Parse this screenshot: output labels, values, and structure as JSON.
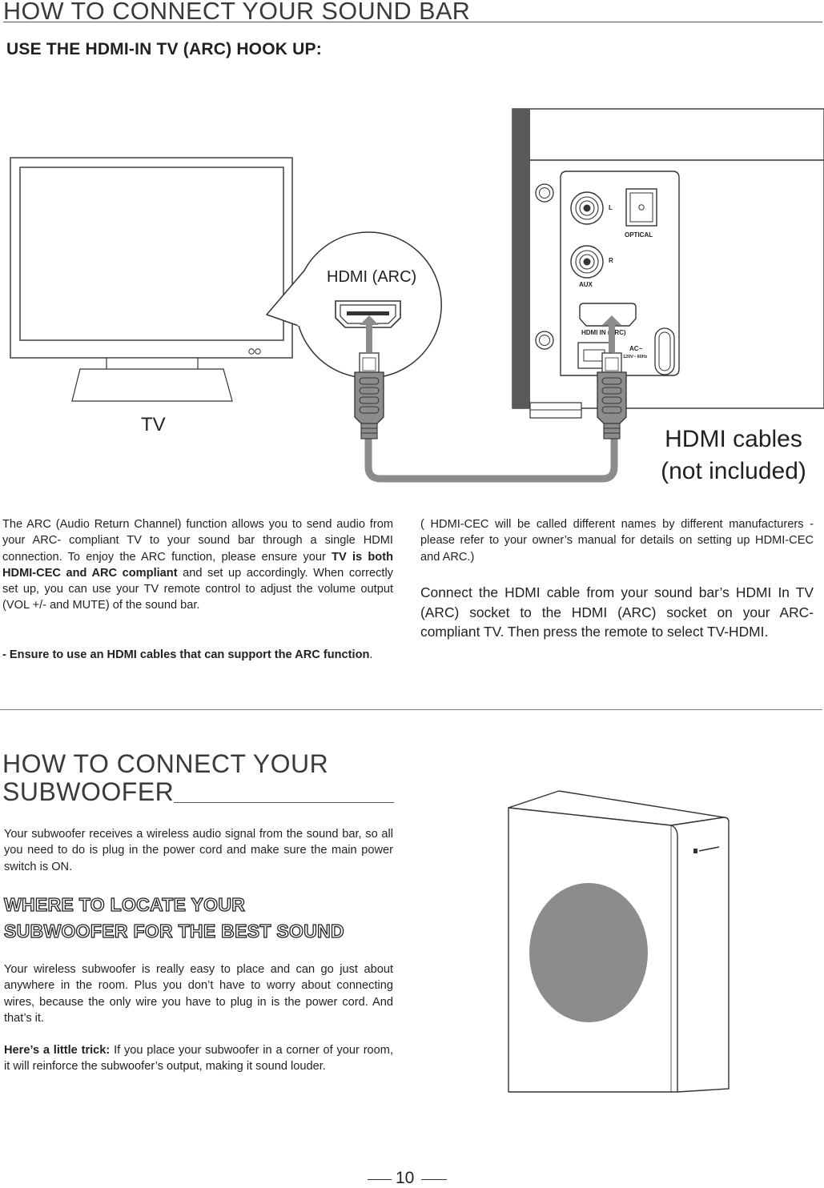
{
  "section1": {
    "title": "HOW TO CONNECT YOUR SOUND BAR",
    "subtitle": "USE THE HDMI-IN TV (ARC) HOOK UP:"
  },
  "diagram": {
    "tv_label": "TV",
    "callout_label": "HDMI (ARC)",
    "cables_label_line1": "HDMI cables",
    "cables_label_line2": "(not included)",
    "panel": {
      "left_label": "L",
      "right_label": "R",
      "aux_label": "AUX",
      "optical_label": "OPTICAL",
      "hdmi_label": "HDMI IN (ARC)",
      "ac_label": "AC~",
      "voltage_label": "120V~ 60Hz"
    }
  },
  "arc_text": {
    "p1_a": "The ARC (Audio Return Channel) function allows you to send audio from your ARC- compliant TV to your sound bar through a single HDMI connection. To enjoy the ARC function, please ensure your ",
    "p1_bold": "TV is both HDMI-CEC and ARC compliant",
    "p1_b": " and set up accordingly. When correctly set up, you can use your TV remote control to adjust the volume output (VOL +/- and MUTE) of the sound bar.",
    "p2_bold": "- Ensure to use an HDMI cables that can support the  ARC function",
    "p2_end": ".",
    "note": "( HDMI-CEC will be called different names by different manufacturers - please refer to your owner’s manual for details on setting up HDMI-CEC and ARC.)",
    "connect": "Connect the HDMI cable from your sound bar’s HDMI In TV (ARC) socket to the HDMI (ARC) socket on your ARC- compliant TV. Then press the remote to select TV-HDMI."
  },
  "section2": {
    "title_line1": "HOW TO CONNECT YOUR",
    "title_line2": "SUBWOOFER",
    "intro": "Your subwoofer receives a wireless audio signal from the sound bar, so all you need to do is plug in the power cord and make sure the main power switch is ON.",
    "locate_line1": "WHERE TO LOCATE YOUR",
    "locate_line2": "SUBWOOFER FOR THE BEST SOUND",
    "place": "Your wireless subwoofer is really easy to place and can go just about anywhere in the room. Plus you don’t have to worry about connecting wires, because the only wire you have to plug in is the power cord. And that’s it.",
    "trick_bold": "Here’s a little trick:",
    "trick": " If you place your subwoofer in a corner of your room, it will reinforce the subwoofer’s output, making it sound louder."
  },
  "page_number": "10"
}
